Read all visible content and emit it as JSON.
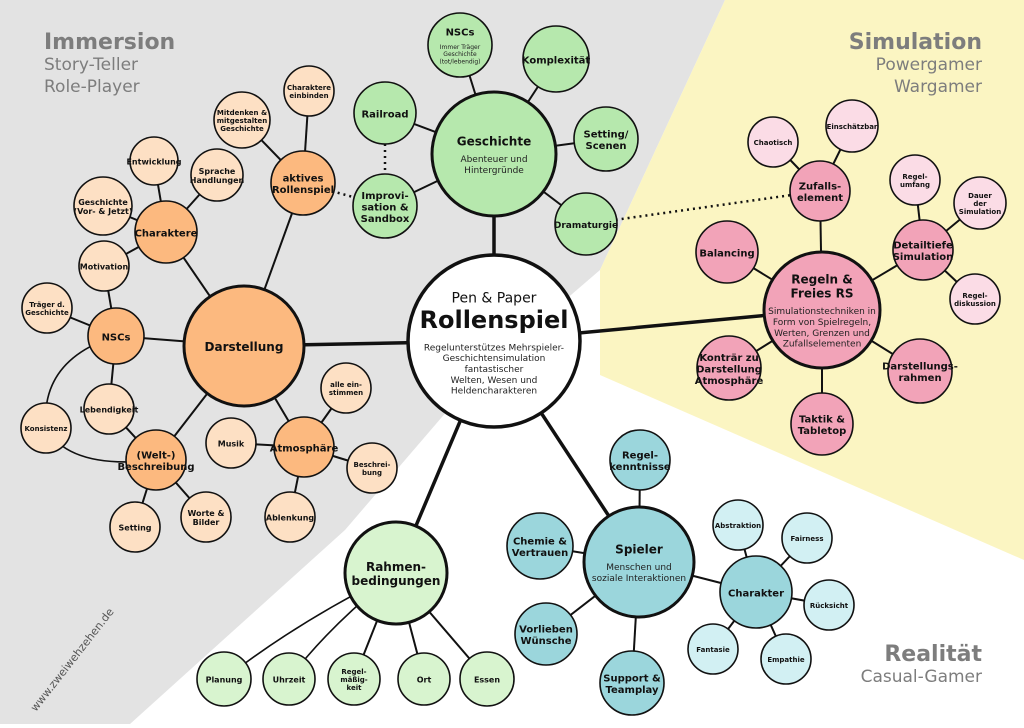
{
  "corners": {
    "immersion": {
      "title": "Immersion",
      "sub1": "Story-Teller",
      "sub2": "Role-Player"
    },
    "simulation": {
      "title": "Simulation",
      "sub1": "Powergamer",
      "sub2": "Wargamer"
    },
    "realitaet": {
      "title": "Realität",
      "sub1": "Casual-Gamer"
    }
  },
  "watermark": "www.zweiwehzehen.de",
  "colors": {
    "grey_region": "#e3e3e3",
    "yellow_region": "#fbf5c2",
    "orange": "#fcb97f",
    "orange_light": "#fde0c4",
    "green": "#b6e8ad",
    "green_light": "#d8f4cf",
    "pink": "#f2a3b8",
    "pink_light": "#fbdce6",
    "teal": "#9bd6dc",
    "teal_light": "#d2f0f3",
    "center": "#ffffff"
  },
  "nodes": {
    "center": {
      "lines": [
        "Pen & Paper",
        "Rollenspiel"
      ],
      "desc": [
        "Regelunterstützes Mehrspieler-",
        "Geschichtensimulation",
        "fantastischer",
        "Welten, Wesen und",
        "Heldencharakteren"
      ]
    },
    "darstellung": {
      "lines": [
        "Darstellung"
      ]
    },
    "charaktere": {
      "lines": [
        "Charaktere"
      ]
    },
    "entwicklung": {
      "lines": [
        "Entwicklung"
      ]
    },
    "sprache": {
      "lines": [
        "Sprache",
        "Handlungen"
      ]
    },
    "geschichte_vj": {
      "lines": [
        "Geschichte",
        "(Vor- & Jetzt)"
      ]
    },
    "motivation": {
      "lines": [
        "Motivation"
      ]
    },
    "nscs_d": {
      "lines": [
        "NSCs"
      ]
    },
    "traeger": {
      "lines": [
        "Träger d.",
        "Geschichte"
      ]
    },
    "lebendigkeit": {
      "lines": [
        "Lebendigkeit"
      ]
    },
    "konsistenz": {
      "lines": [
        "Konsistenz"
      ]
    },
    "weltbeschreibung": {
      "lines": [
        "(Welt-)",
        "Beschreibung"
      ]
    },
    "setting_d": {
      "lines": [
        "Setting"
      ]
    },
    "worte": {
      "lines": [
        "Worte &",
        "Bilder"
      ]
    },
    "atmosphaere": {
      "lines": [
        "Atmosphäre"
      ]
    },
    "musik": {
      "lines": [
        "Musik"
      ]
    },
    "alle": {
      "lines": [
        "alle ein-",
        "stimmen"
      ]
    },
    "beschreibung": {
      "lines": [
        "Beschrei-",
        "bung"
      ]
    },
    "ablenkung": {
      "lines": [
        "Ablenkung"
      ]
    },
    "aktives": {
      "lines": [
        "aktives",
        "Rollenspiel"
      ]
    },
    "mitdenken": {
      "lines": [
        "Mitdenken &",
        "mitgestalten",
        "Geschichte"
      ]
    },
    "einbinden": {
      "lines": [
        "Charaktere",
        "einbinden"
      ]
    },
    "geschichte": {
      "lines": [
        "Geschichte"
      ],
      "desc": [
        "Abenteuer und",
        "Hintergründe"
      ]
    },
    "nscs_g": {
      "lines": [
        "NSCs"
      ],
      "desc": [
        "Immer Träger",
        "Geschichte",
        "(tot/lebendig)"
      ]
    },
    "komplexitaet": {
      "lines": [
        "Komplexität"
      ]
    },
    "setting_g": {
      "lines": [
        "Setting/",
        "Scenen"
      ]
    },
    "dramaturgie": {
      "lines": [
        "Dramaturgie"
      ]
    },
    "improvisation": {
      "lines": [
        "Improvi-",
        "sation &",
        "Sandbox"
      ]
    },
    "railroad": {
      "lines": [
        "Railroad"
      ]
    },
    "regeln": {
      "lines": [
        "Regeln &",
        "Freies RS"
      ],
      "desc": [
        "Simulationstechniken in",
        "Form von Spielregeln,",
        "Werten, Grenzen und",
        "Zufallselementen"
      ]
    },
    "zufall": {
      "lines": [
        "Zufalls-",
        "element"
      ]
    },
    "chaotisch": {
      "lines": [
        "Chaotisch"
      ]
    },
    "einschaetzbar": {
      "lines": [
        "Einschätzbar"
      ]
    },
    "balancing": {
      "lines": [
        "Balancing"
      ]
    },
    "detailtiefe": {
      "lines": [
        "Detailtiefe",
        "Simulation"
      ]
    },
    "regelumfang": {
      "lines": [
        "Regel-",
        "umfang"
      ]
    },
    "dauer": {
      "lines": [
        "Dauer",
        "der",
        "Simulation"
      ]
    },
    "regeldiskussion": {
      "lines": [
        "Regel-",
        "diskussion"
      ]
    },
    "kontraer": {
      "lines": [
        "Konträr zu",
        "Darstellung",
        "Atmosphäre"
      ]
    },
    "darstellungsrahmen": {
      "lines": [
        "Darstellungs-",
        "rahmen"
      ]
    },
    "taktik": {
      "lines": [
        "Taktik &",
        "Tabletop"
      ]
    },
    "spieler": {
      "lines": [
        "Spieler"
      ],
      "desc": [
        "Menschen und",
        "soziale Interaktionen"
      ]
    },
    "regelkenntnisse": {
      "lines": [
        "Regel-",
        "kenntnisse"
      ]
    },
    "chemie": {
      "lines": [
        "Chemie &",
        "Vertrauen"
      ]
    },
    "vorlieben": {
      "lines": [
        "Vorlieben",
        "Wünsche"
      ]
    },
    "support": {
      "lines": [
        "Support &",
        "Teamplay"
      ]
    },
    "charakter": {
      "lines": [
        "Charakter"
      ]
    },
    "abstraktion": {
      "lines": [
        "Abstraktion"
      ]
    },
    "fairness": {
      "lines": [
        "Fairness"
      ]
    },
    "ruecksicht": {
      "lines": [
        "Rücksicht"
      ]
    },
    "empathie": {
      "lines": [
        "Empathie"
      ]
    },
    "fantasie": {
      "lines": [
        "Fantasie"
      ]
    },
    "rahmen": {
      "lines": [
        "Rahmen-",
        "bedingungen"
      ]
    },
    "planung": {
      "lines": [
        "Planung"
      ]
    },
    "uhrzeit": {
      "lines": [
        "Uhrzeit"
      ]
    },
    "regelmaessig": {
      "lines": [
        "Regel-",
        "mäßig-",
        "keit"
      ]
    },
    "ort": {
      "lines": [
        "Ort"
      ]
    },
    "essen": {
      "lines": [
        "Essen"
      ]
    }
  }
}
